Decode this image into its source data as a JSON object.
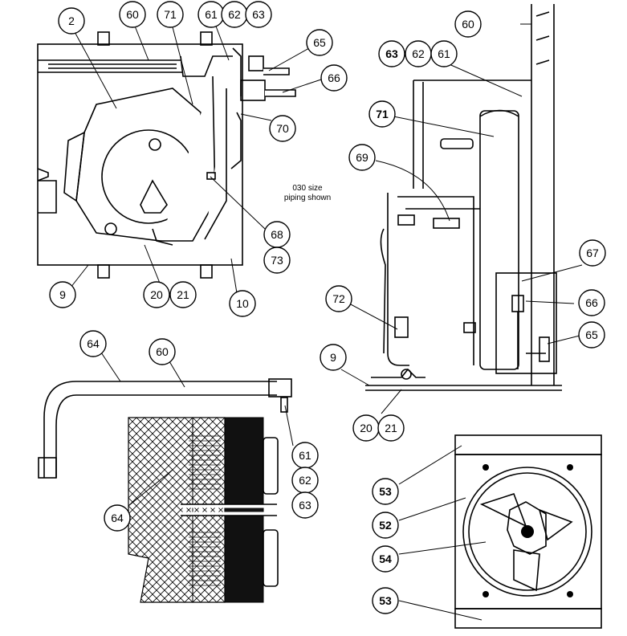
{
  "note_lines": [
    "030 size",
    "piping shown"
  ],
  "callouts": [
    {
      "id": "c-2-tl",
      "label": "2",
      "bold": false
    },
    {
      "id": "c-60-tl",
      "label": "60",
      "bold": false
    },
    {
      "id": "c-71-tl",
      "label": "71",
      "bold": false
    },
    {
      "id": "c-61-tl",
      "label": "61",
      "bold": false
    },
    {
      "id": "c-62-tl",
      "label": "62",
      "bold": false
    },
    {
      "id": "c-63-tl",
      "label": "63",
      "bold": false
    },
    {
      "id": "c-65-tl",
      "label": "65",
      "bold": false
    },
    {
      "id": "c-66-tl",
      "label": "66",
      "bold": false
    },
    {
      "id": "c-70-tl",
      "label": "70",
      "bold": false
    },
    {
      "id": "c-68-tl",
      "label": "68",
      "bold": false
    },
    {
      "id": "c-73-tl",
      "label": "73",
      "bold": false
    },
    {
      "id": "c-9-tl",
      "label": "9",
      "bold": false
    },
    {
      "id": "c-20-tl",
      "label": "20",
      "bold": false
    },
    {
      "id": "c-21-tl",
      "label": "21",
      "bold": false
    },
    {
      "id": "c-10-tl",
      "label": "10",
      "bold": false
    },
    {
      "id": "c-60-tr",
      "label": "60",
      "bold": false
    },
    {
      "id": "c-63-tr",
      "label": "63",
      "bold": true
    },
    {
      "id": "c-62-tr",
      "label": "62",
      "bold": false
    },
    {
      "id": "c-61-tr",
      "label": "61",
      "bold": false
    },
    {
      "id": "c-71-tr",
      "label": "71",
      "bold": true
    },
    {
      "id": "c-69-tr",
      "label": "69",
      "bold": false
    },
    {
      "id": "c-67-tr",
      "label": "67",
      "bold": false
    },
    {
      "id": "c-72-tr",
      "label": "72",
      "bold": false
    },
    {
      "id": "c-66-tr",
      "label": "66",
      "bold": false
    },
    {
      "id": "c-65-tr",
      "label": "65",
      "bold": false
    },
    {
      "id": "c-9-tr",
      "label": "9",
      "bold": false
    },
    {
      "id": "c-20-tr",
      "label": "20",
      "bold": false
    },
    {
      "id": "c-21-tr",
      "label": "21",
      "bold": false
    },
    {
      "id": "c-64-bl",
      "label": "64",
      "bold": false
    },
    {
      "id": "c-60-bl",
      "label": "60",
      "bold": false
    },
    {
      "id": "c-61-bl",
      "label": "61",
      "bold": false
    },
    {
      "id": "c-62-bl",
      "label": "62",
      "bold": false
    },
    {
      "id": "c-63-bl",
      "label": "63",
      "bold": false
    },
    {
      "id": "c-64b-bl",
      "label": "64",
      "bold": false
    },
    {
      "id": "c-53a-br",
      "label": "53",
      "bold": true
    },
    {
      "id": "c-52-br",
      "label": "52",
      "bold": true
    },
    {
      "id": "c-54-br",
      "label": "54",
      "bold": true
    },
    {
      "id": "c-53b-br",
      "label": "53",
      "bold": true
    }
  ]
}
